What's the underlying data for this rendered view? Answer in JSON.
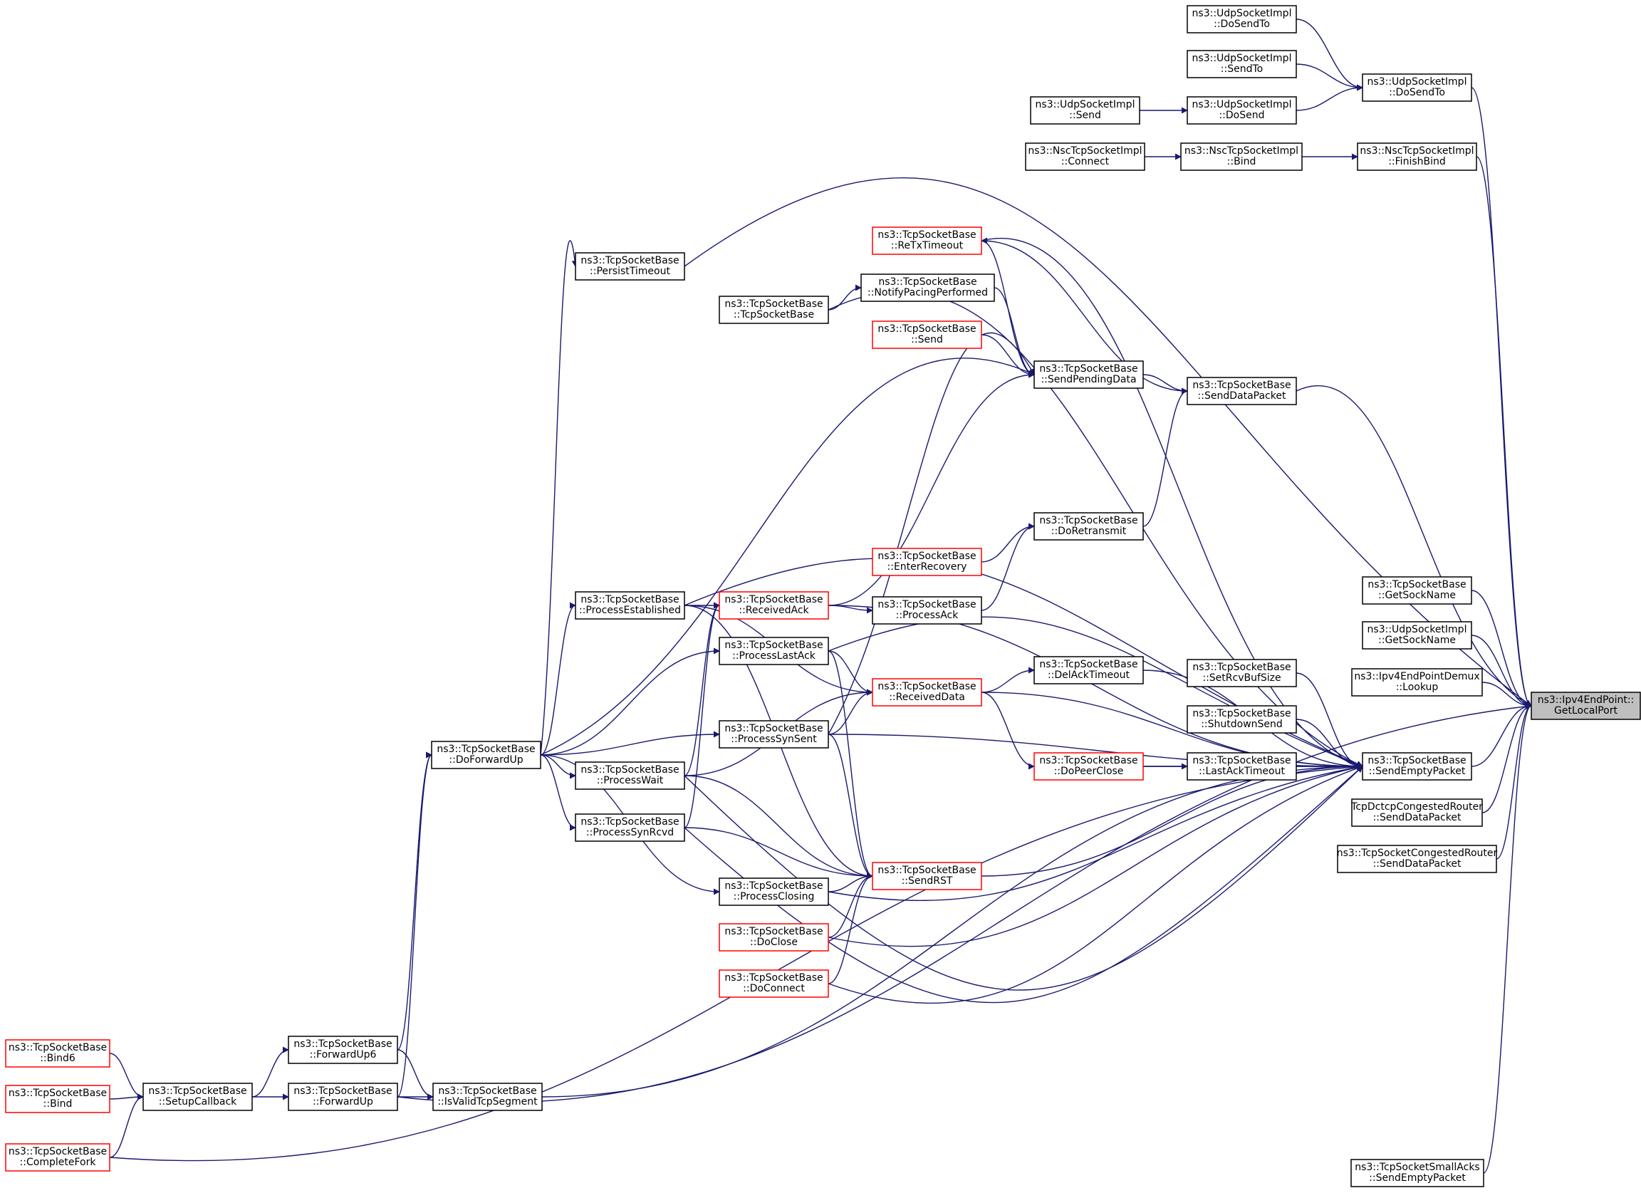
{
  "colors": {
    "edge": "#191970",
    "node_border": "#000000",
    "node_border_incomplete": "#ff0000",
    "node_fill": "#ffffff",
    "root_fill": "#bfbfbf"
  },
  "nodes": [
    {
      "id": "udp_dosendto_a",
      "lines": [
        "ns3::UdpSocketImpl",
        "::DoSendTo"
      ],
      "style": "normal"
    },
    {
      "id": "udp_sendto",
      "lines": [
        "ns3::UdpSocketImpl",
        "::SendTo"
      ],
      "style": "normal"
    },
    {
      "id": "udp_dosendto_b",
      "lines": [
        "ns3::UdpSocketImpl",
        "::DoSendTo"
      ],
      "style": "normal"
    },
    {
      "id": "udp_send",
      "lines": [
        "ns3::UdpSocketImpl",
        "::Send"
      ],
      "style": "normal"
    },
    {
      "id": "udp_dosend",
      "lines": [
        "ns3::UdpSocketImpl",
        "::DoSend"
      ],
      "style": "normal"
    },
    {
      "id": "nsc_connect",
      "lines": [
        "ns3::NscTcpSocketImpl",
        "::Connect"
      ],
      "style": "normal"
    },
    {
      "id": "nsc_bind",
      "lines": [
        "ns3::NscTcpSocketImpl",
        "::Bind"
      ],
      "style": "normal"
    },
    {
      "id": "nsc_finishbind",
      "lines": [
        "ns3::NscTcpSocketImpl",
        "::FinishBind"
      ],
      "style": "normal"
    },
    {
      "id": "persist_timeout",
      "lines": [
        "ns3::TcpSocketBase",
        "::PersistTimeout"
      ],
      "style": "normal"
    },
    {
      "id": "retx_timeout",
      "lines": [
        "ns3::TcpSocketBase",
        "::ReTxTimeout"
      ],
      "style": "incomplete"
    },
    {
      "id": "notify_pacing",
      "lines": [
        "ns3::TcpSocketBase",
        "::NotifyPacingPerformed"
      ],
      "style": "normal"
    },
    {
      "id": "tcp_ctor",
      "lines": [
        "ns3::TcpSocketBase",
        "::TcpSocketBase"
      ],
      "style": "normal"
    },
    {
      "id": "tcp_send",
      "lines": [
        "ns3::TcpSocketBase",
        "::Send"
      ],
      "style": "incomplete"
    },
    {
      "id": "send_pending",
      "lines": [
        "ns3::TcpSocketBase",
        "::SendPendingData"
      ],
      "style": "normal"
    },
    {
      "id": "send_data_packet",
      "lines": [
        "ns3::TcpSocketBase",
        "::SendDataPacket"
      ],
      "style": "normal"
    },
    {
      "id": "do_retransmit",
      "lines": [
        "ns3::TcpSocketBase",
        "::DoRetransmit"
      ],
      "style": "normal"
    },
    {
      "id": "enter_recovery",
      "lines": [
        "ns3::TcpSocketBase",
        "::EnterRecovery"
      ],
      "style": "incomplete"
    },
    {
      "id": "process_established",
      "lines": [
        "ns3::TcpSocketBase",
        "::ProcessEstablished"
      ],
      "style": "normal"
    },
    {
      "id": "received_ack",
      "lines": [
        "ns3::TcpSocketBase",
        "::ReceivedAck"
      ],
      "style": "incomplete"
    },
    {
      "id": "process_ack",
      "lines": [
        "ns3::TcpSocketBase",
        "::ProcessAck"
      ],
      "style": "normal"
    },
    {
      "id": "process_last_ack",
      "lines": [
        "ns3::TcpSocketBase",
        "::ProcessLastAck"
      ],
      "style": "normal"
    },
    {
      "id": "received_data",
      "lines": [
        "ns3::TcpSocketBase",
        "::ReceivedData"
      ],
      "style": "incomplete"
    },
    {
      "id": "del_ack_timeout",
      "lines": [
        "ns3::TcpSocketBase",
        "::DelAckTimeout"
      ],
      "style": "normal"
    },
    {
      "id": "process_syn_sent",
      "lines": [
        "ns3::TcpSocketBase",
        "::ProcessSynSent"
      ],
      "style": "normal"
    },
    {
      "id": "do_forward_up",
      "lines": [
        "ns3::TcpSocketBase",
        "::DoForwardUp"
      ],
      "style": "normal"
    },
    {
      "id": "process_wait",
      "lines": [
        "ns3::TcpSocketBase",
        "::ProcessWait"
      ],
      "style": "normal"
    },
    {
      "id": "do_peer_close",
      "lines": [
        "ns3::TcpSocketBase",
        "::DoPeerClose"
      ],
      "style": "incomplete"
    },
    {
      "id": "last_ack_timeout",
      "lines": [
        "ns3::TcpSocketBase",
        "::LastAckTimeout"
      ],
      "style": "normal"
    },
    {
      "id": "process_syn_rcvd",
      "lines": [
        "ns3::TcpSocketBase",
        "::ProcessSynRcvd"
      ],
      "style": "normal"
    },
    {
      "id": "send_rst",
      "lines": [
        "ns3::TcpSocketBase",
        "::SendRST"
      ],
      "style": "incomplete"
    },
    {
      "id": "process_closing",
      "lines": [
        "ns3::TcpSocketBase",
        "::ProcessClosing"
      ],
      "style": "normal"
    },
    {
      "id": "do_close",
      "lines": [
        "ns3::TcpSocketBase",
        "::DoClose"
      ],
      "style": "incomplete"
    },
    {
      "id": "do_connect",
      "lines": [
        "ns3::TcpSocketBase",
        "::DoConnect"
      ],
      "style": "incomplete"
    },
    {
      "id": "tcp_getsockname",
      "lines": [
        "ns3::TcpSocketBase",
        "::GetSockName"
      ],
      "style": "normal"
    },
    {
      "id": "udp_getsockname",
      "lines": [
        "ns3::UdpSocketImpl",
        "::GetSockName"
      ],
      "style": "normal"
    },
    {
      "id": "demux_lookup",
      "lines": [
        "ns3::Ipv4EndPointDemux",
        "::Lookup"
      ],
      "style": "normal"
    },
    {
      "id": "root",
      "lines": [
        "ns3::Ipv4EndPoint::",
        "GetLocalPort"
      ],
      "style": "root"
    },
    {
      "id": "set_rcvbuf",
      "lines": [
        "ns3::TcpSocketBase",
        "::SetRcvBufSize"
      ],
      "style": "normal"
    },
    {
      "id": "shutdown_send",
      "lines": [
        "ns3::TcpSocketBase",
        "::ShutdownSend"
      ],
      "style": "normal"
    },
    {
      "id": "send_empty_packet",
      "lines": [
        "ns3::TcpSocketBase",
        "::SendEmptyPacket"
      ],
      "style": "normal"
    },
    {
      "id": "dctcp_router",
      "lines": [
        "TcpDctcpCongestedRouter",
        "::SendDataPacket"
      ],
      "style": "normal"
    },
    {
      "id": "congested_router",
      "lines": [
        "ns3::TcpSocketCongestedRouter",
        "::SendDataPacket"
      ],
      "style": "normal"
    },
    {
      "id": "small_acks",
      "lines": [
        "ns3::TcpSocketSmallAcks",
        "::SendEmptyPacket"
      ],
      "style": "normal"
    },
    {
      "id": "bind6",
      "lines": [
        "ns3::TcpSocketBase",
        "::Bind6"
      ],
      "style": "incomplete"
    },
    {
      "id": "forward_up6",
      "lines": [
        "ns3::TcpSocketBase",
        "::ForwardUp6"
      ],
      "style": "normal"
    },
    {
      "id": "bind",
      "lines": [
        "ns3::TcpSocketBase",
        "::Bind"
      ],
      "style": "incomplete"
    },
    {
      "id": "setup_callback",
      "lines": [
        "ns3::TcpSocketBase",
        "::SetupCallback"
      ],
      "style": "normal"
    },
    {
      "id": "forward_up",
      "lines": [
        "ns3::TcpSocketBase",
        "::ForwardUp"
      ],
      "style": "normal"
    },
    {
      "id": "is_valid_tcp_segment",
      "lines": [
        "ns3::TcpSocketBase",
        "::IsValidTcpSegment"
      ],
      "style": "normal"
    },
    {
      "id": "complete_fork",
      "lines": [
        "ns3::TcpSocketBase",
        "::CompleteFork"
      ],
      "style": "incomplete"
    }
  ],
  "edges": [
    [
      "udp_dosendto_a",
      "udp_dosendto_b"
    ],
    [
      "udp_sendto",
      "udp_dosendto_b"
    ],
    [
      "udp_send",
      "udp_dosend"
    ],
    [
      "udp_dosend",
      "udp_dosendto_b"
    ],
    [
      "udp_dosendto_b",
      "root"
    ],
    [
      "nsc_connect",
      "nsc_bind"
    ],
    [
      "nsc_bind",
      "nsc_finishbind"
    ],
    [
      "nsc_finishbind",
      "root"
    ],
    [
      "persist_timeout",
      "root"
    ],
    [
      "retx_timeout",
      "send_empty_packet"
    ],
    [
      "tcp_ctor",
      "notify_pacing"
    ],
    [
      "notify_pacing",
      "send_pending"
    ],
    [
      "tcp_ctor",
      "send_empty_packet"
    ],
    [
      "tcp_send",
      "send_pending"
    ],
    [
      "retx_timeout",
      "send_pending"
    ],
    [
      "send_pending",
      "send_data_packet"
    ],
    [
      "send_data_packet",
      "retx_timeout"
    ],
    [
      "send_data_packet",
      "root"
    ],
    [
      "do_retransmit",
      "send_data_packet"
    ],
    [
      "enter_recovery",
      "do_retransmit"
    ],
    [
      "process_ack",
      "do_retransmit"
    ],
    [
      "received_ack",
      "process_ack"
    ],
    [
      "process_established",
      "received_ack"
    ],
    [
      "received_ack",
      "send_pending"
    ],
    [
      "received_ack",
      "send_empty_packet"
    ],
    [
      "process_established",
      "send_empty_packet"
    ],
    [
      "process_established",
      "received_data"
    ],
    [
      "process_last_ack",
      "received_data"
    ],
    [
      "process_last_ack",
      "send_empty_packet"
    ],
    [
      "process_syn_sent",
      "received_data"
    ],
    [
      "process_syn_sent",
      "send_pending"
    ],
    [
      "process_syn_sent",
      "send_empty_packet"
    ],
    [
      "received_data",
      "del_ack_timeout"
    ],
    [
      "del_ack_timeout",
      "send_empty_packet"
    ],
    [
      "received_data",
      "do_peer_close"
    ],
    [
      "received_data",
      "send_empty_packet"
    ],
    [
      "do_peer_close",
      "last_ack_timeout"
    ],
    [
      "do_peer_close",
      "send_empty_packet"
    ],
    [
      "last_ack_timeout",
      "send_empty_packet"
    ],
    [
      "set_rcvbuf",
      "send_empty_packet"
    ],
    [
      "shutdown_send",
      "send_empty_packet"
    ],
    [
      "send_empty_packet",
      "root"
    ],
    [
      "tcp_getsockname",
      "root"
    ],
    [
      "udp_getsockname",
      "root"
    ],
    [
      "demux_lookup",
      "root"
    ],
    [
      "dctcp_router",
      "root"
    ],
    [
      "congested_router",
      "root"
    ],
    [
      "small_acks",
      "root"
    ],
    [
      "do_forward_up",
      "persist_timeout"
    ],
    [
      "do_forward_up",
      "process_established"
    ],
    [
      "do_forward_up",
      "process_last_ack"
    ],
    [
      "do_forward_up",
      "process_syn_sent"
    ],
    [
      "do_forward_up",
      "process_wait"
    ],
    [
      "do_forward_up",
      "process_syn_rcvd"
    ],
    [
      "do_forward_up",
      "process_closing"
    ],
    [
      "do_forward_up",
      "send_pending"
    ],
    [
      "process_wait",
      "received_data"
    ],
    [
      "process_wait",
      "received_ack"
    ],
    [
      "process_wait",
      "send_rst"
    ],
    [
      "process_syn_rcvd",
      "received_ack"
    ],
    [
      "process_syn_rcvd",
      "send_rst"
    ],
    [
      "process_syn_rcvd",
      "send_empty_packet"
    ],
    [
      "process_wait",
      "send_empty_packet"
    ],
    [
      "process_closing",
      "send_rst"
    ],
    [
      "process_closing",
      "send_empty_packet"
    ],
    [
      "do_close",
      "send_rst"
    ],
    [
      "do_close",
      "send_empty_packet"
    ],
    [
      "do_connect",
      "send_rst"
    ],
    [
      "do_connect",
      "send_empty_packet"
    ],
    [
      "process_established",
      "send_rst"
    ],
    [
      "process_last_ack",
      "send_rst"
    ],
    [
      "process_syn_sent",
      "send_rst"
    ],
    [
      "send_rst",
      "send_empty_packet"
    ],
    [
      "forward_up6",
      "do_forward_up"
    ],
    [
      "forward_up",
      "do_forward_up"
    ],
    [
      "forward_up6",
      "is_valid_tcp_segment"
    ],
    [
      "forward_up",
      "is_valid_tcp_segment"
    ],
    [
      "is_valid_tcp_segment",
      "send_empty_packet"
    ],
    [
      "forward_up",
      "root"
    ],
    [
      "setup_callback",
      "forward_up6"
    ],
    [
      "setup_callback",
      "forward_up"
    ],
    [
      "bind6",
      "setup_callback"
    ],
    [
      "bind",
      "setup_callback"
    ],
    [
      "complete_fork",
      "setup_callback"
    ],
    [
      "complete_fork",
      "send_empty_packet"
    ]
  ]
}
